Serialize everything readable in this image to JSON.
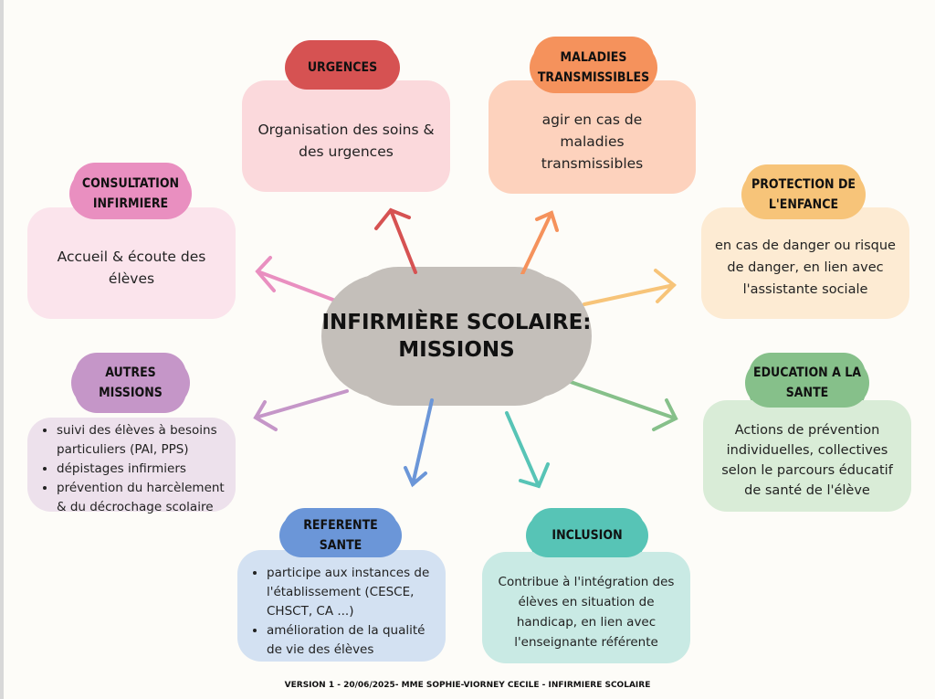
{
  "center": {
    "line1": "INFIRMIÈRE SCOLAIRE:",
    "line2": "MISSIONS"
  },
  "urgences": {
    "label": "URGENCES",
    "text": "Organisation des soins & des urgences"
  },
  "maladies": {
    "label": "MALADIES TRANSMISSIBLES",
    "text": "agir en cas de maladies transmissibles"
  },
  "consultation": {
    "label": "CONSULTATION INFIRMIERE",
    "text": "Accueil & écoute des élèves"
  },
  "protection": {
    "label": "PROTECTION DE L'ENFANCE",
    "text": "en cas de danger ou risque de danger, en lien avec l'assistante sociale"
  },
  "autres": {
    "label": "AUTRES MISSIONS",
    "items": [
      "suivi des élèves à besoins particuliers (PAI, PPS)",
      "dépistages infirmiers",
      "prévention du harcèlement & du décrochage scolaire"
    ]
  },
  "education": {
    "label": "EDUCATION A LA SANTE",
    "text": "Actions de prévention individuelles, collectives selon le parcours éducatif de santé de l'élève"
  },
  "referente": {
    "label": "REFERENTE SANTE",
    "items": [
      "participe aux instances de l'établissement (CESCE, CHSCT, CA ...)",
      "amélioration de la qualité de vie des élèves"
    ]
  },
  "inclusion": {
    "label": "INCLUSION",
    "text": "Contribue à l'intégration des élèves en situation de handicap, en lien avec l'enseignante référente"
  },
  "footer": "VERSION 1 - 20/06/2025- MME SOPHIE-VIORNEY CECILE - INFIRMIERE SCOLAIRE",
  "colors": {
    "urgences": "#d65252",
    "maladies": "#f5925c",
    "consultation": "#e98fc0",
    "protection": "#f7c479",
    "autres": "#c596c8",
    "education": "#86c08a",
    "referente": "#6b96d8",
    "inclusion": "#57c4b6",
    "center": "#c4bfba"
  }
}
